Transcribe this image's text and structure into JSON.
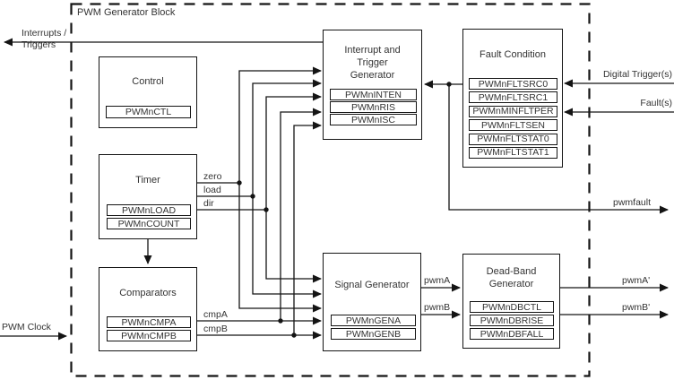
{
  "frame": {
    "title": "PWM Generator Block"
  },
  "blocks": {
    "control": {
      "title": "Control",
      "registers": [
        "PWMnCTL"
      ]
    },
    "timer": {
      "title": "Timer",
      "registers": [
        "PWMnLOAD",
        "PWMnCOUNT"
      ]
    },
    "comparators": {
      "title": "Comparators",
      "registers": [
        "PWMnCMPA",
        "PWMnCMPB"
      ]
    },
    "interrupt_trigger": {
      "title": "Interrupt and\nTrigger\nGenerator",
      "registers": [
        "PWMnINTEN",
        "PWMnRIS",
        "PWMnISC"
      ]
    },
    "fault": {
      "title": "Fault Condition",
      "registers": [
        "PWMnFLTSRC0",
        "PWMnFLTSRC1",
        "PWMnMINFLTPER",
        "PWMnFLTSEN",
        "PWMnFLTSTAT0",
        "PWMnFLTSTAT1"
      ]
    },
    "signal": {
      "title": "Signal Generator",
      "registers": [
        "PWMnGENA",
        "PWMnGENB"
      ]
    },
    "deadband": {
      "title": "Dead-Band\nGenerator",
      "registers": [
        "PWMnDBCTL",
        "PWMnDBRISE",
        "PWMnDBFALL"
      ]
    }
  },
  "signals": {
    "interrupts_triggers": "Interrupts /\nTriggers",
    "pwm_clock": "PWM Clock",
    "zero": "zero",
    "load": "load",
    "dir": "dir",
    "cmpA": "cmpA",
    "cmpB": "cmpB",
    "pwmA": "pwmA",
    "pwmB": "pwmB",
    "pwmA_out": "pwmA'",
    "pwmB_out": "pwmB'",
    "pwmfault": "pwmfault",
    "digital_triggers": "Digital Trigger(s)",
    "faults": "Fault(s)"
  },
  "colors": {
    "line": "#141414",
    "text": "#333333",
    "background": "#ffffff"
  }
}
